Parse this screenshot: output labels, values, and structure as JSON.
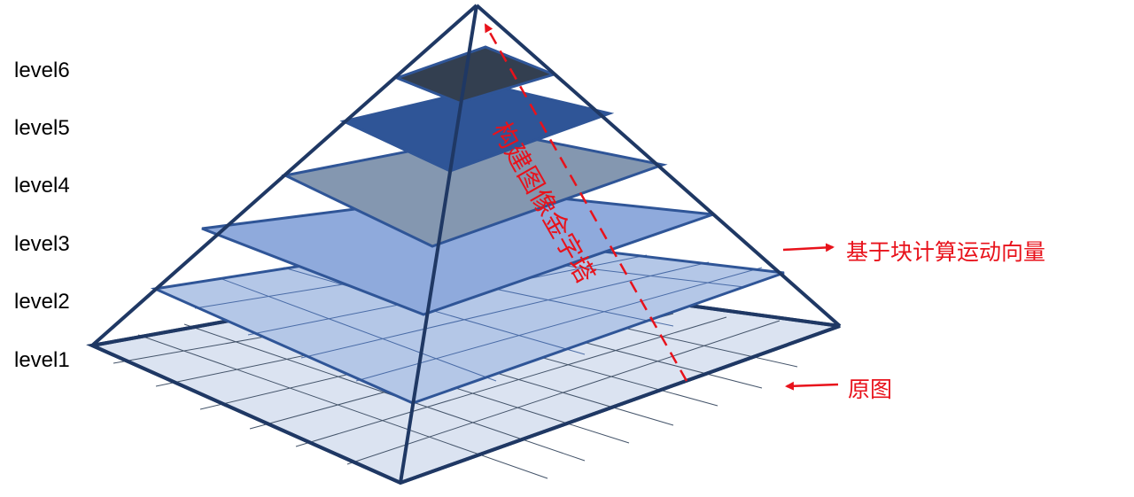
{
  "levels": [
    "level1",
    "level2",
    "level3",
    "level4",
    "level5",
    "level6"
  ],
  "annotations": {
    "build_pyramid": "构建图像金字塔",
    "block_motion": "基于块计算运动向量",
    "original_image": "原图"
  },
  "colors": {
    "outline": "#1f3864",
    "level1_fill": "#dbe3f1",
    "level2_fill": "#b4c7e7",
    "level3_fill": "#8faadc",
    "level4_fill": "#8497b0",
    "level5_fill": "#2f5597",
    "level6_fill": "#333f50",
    "annotation_red": "#e8121b"
  }
}
